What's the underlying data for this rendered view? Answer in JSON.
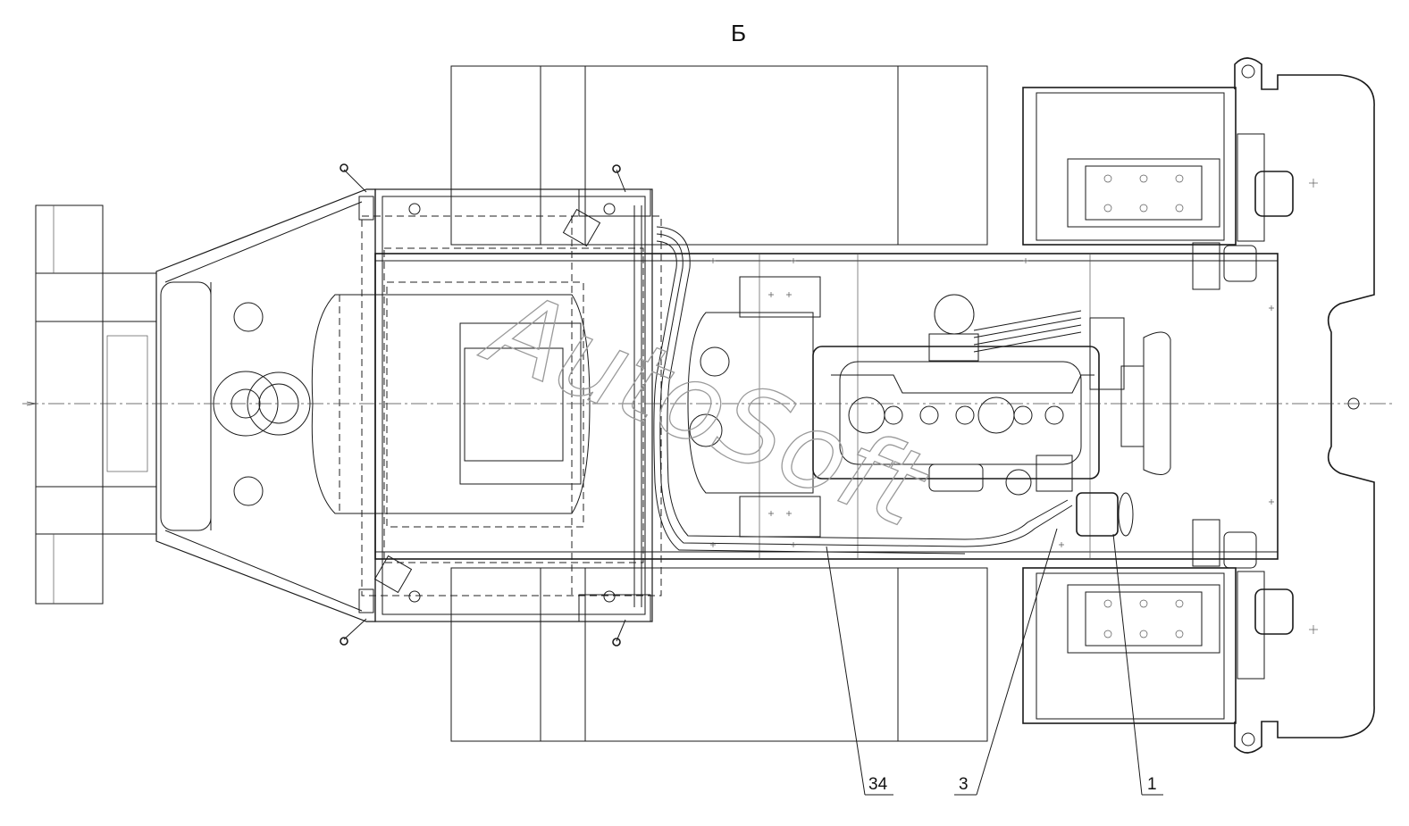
{
  "view_label": "Б",
  "watermark": "AutoSoft",
  "callouts": [
    {
      "id": "34",
      "text": "34"
    },
    {
      "id": "3",
      "text": "3"
    },
    {
      "id": "1",
      "text": "1"
    }
  ],
  "colors": {
    "line": "#1a1a1a",
    "background": "#ffffff",
    "watermark": "#9a9a9a"
  }
}
